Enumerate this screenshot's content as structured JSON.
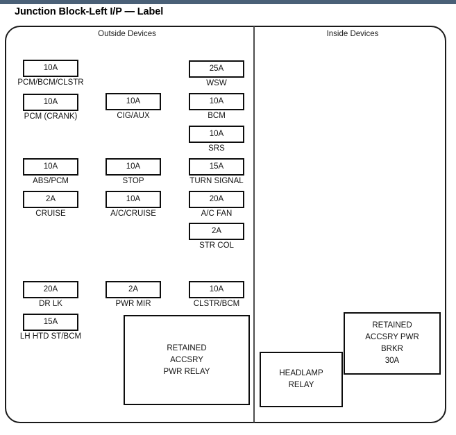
{
  "page": {
    "title": "Junction Block-Left I/P — Label",
    "accent_color": "#4a6077",
    "line_color": "#0d0d0d",
    "background": "#ffffff"
  },
  "sections": {
    "outside_label": "Outside  Devices",
    "inside_label": "Inside  Devices"
  },
  "columns": {
    "col1": [
      {
        "rating": "10A",
        "caption": "PCM/BCM/CLSTR"
      },
      {
        "rating": "10A",
        "caption": "PCM (CRANK)"
      },
      {
        "rating": "10A",
        "caption": "ABS/PCM"
      },
      {
        "rating": "2A",
        "caption": "CRUISE"
      },
      {
        "rating": "20A",
        "caption": "DR LK"
      },
      {
        "rating": "15A",
        "caption": "LH HTD ST/BCM"
      }
    ],
    "col2": [
      {
        "rating": "10A",
        "caption": "CIG/AUX"
      },
      {
        "rating": "10A",
        "caption": "STOP"
      },
      {
        "rating": "10A",
        "caption": "A/C/CRUISE"
      },
      {
        "rating": "2A",
        "caption": "PWR MIR"
      }
    ],
    "col3": [
      {
        "rating": "25A",
        "caption": "WSW"
      },
      {
        "rating": "10A",
        "caption": "BCM"
      },
      {
        "rating": "10A",
        "caption": "SRS"
      },
      {
        "rating": "15A",
        "caption": "TURN SIGNAL"
      },
      {
        "rating": "20A",
        "caption": "A/C FAN"
      },
      {
        "rating": "2A",
        "caption": "STR COL"
      },
      {
        "rating": "10A",
        "caption": "CLSTR/BCM"
      }
    ]
  },
  "relays": {
    "retained_accsry_pwr_relay": {
      "line1": "RETAINED",
      "line2": "ACCSRY",
      "line3": "PWR RELAY"
    },
    "headlamp_relay": {
      "line1": "HEADLAMP",
      "line2": "RELAY"
    },
    "retained_accsry_pwr_brkr": {
      "line1": "RETAINED",
      "line2": "ACCSRY PWR",
      "line3": "BRKR",
      "line4": "30A"
    }
  }
}
